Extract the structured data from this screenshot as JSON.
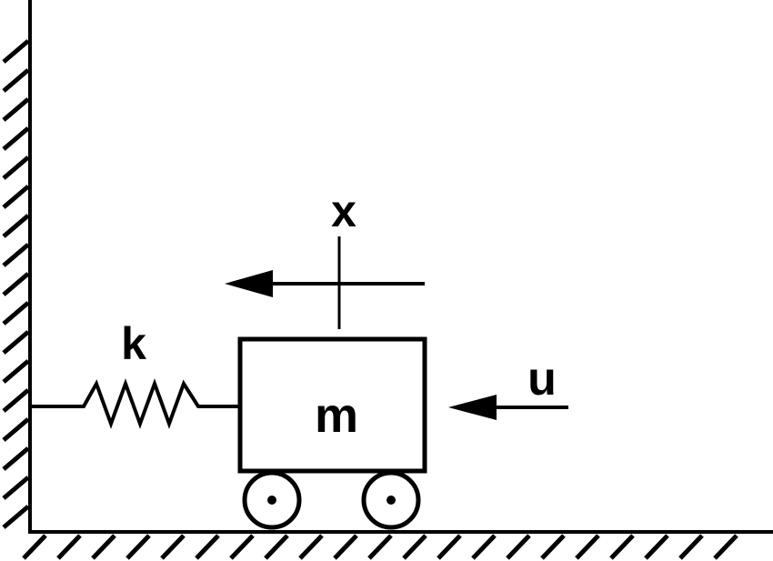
{
  "labels": {
    "displacement": "x",
    "spring_constant": "k",
    "mass": "m",
    "input_force": "u"
  }
}
